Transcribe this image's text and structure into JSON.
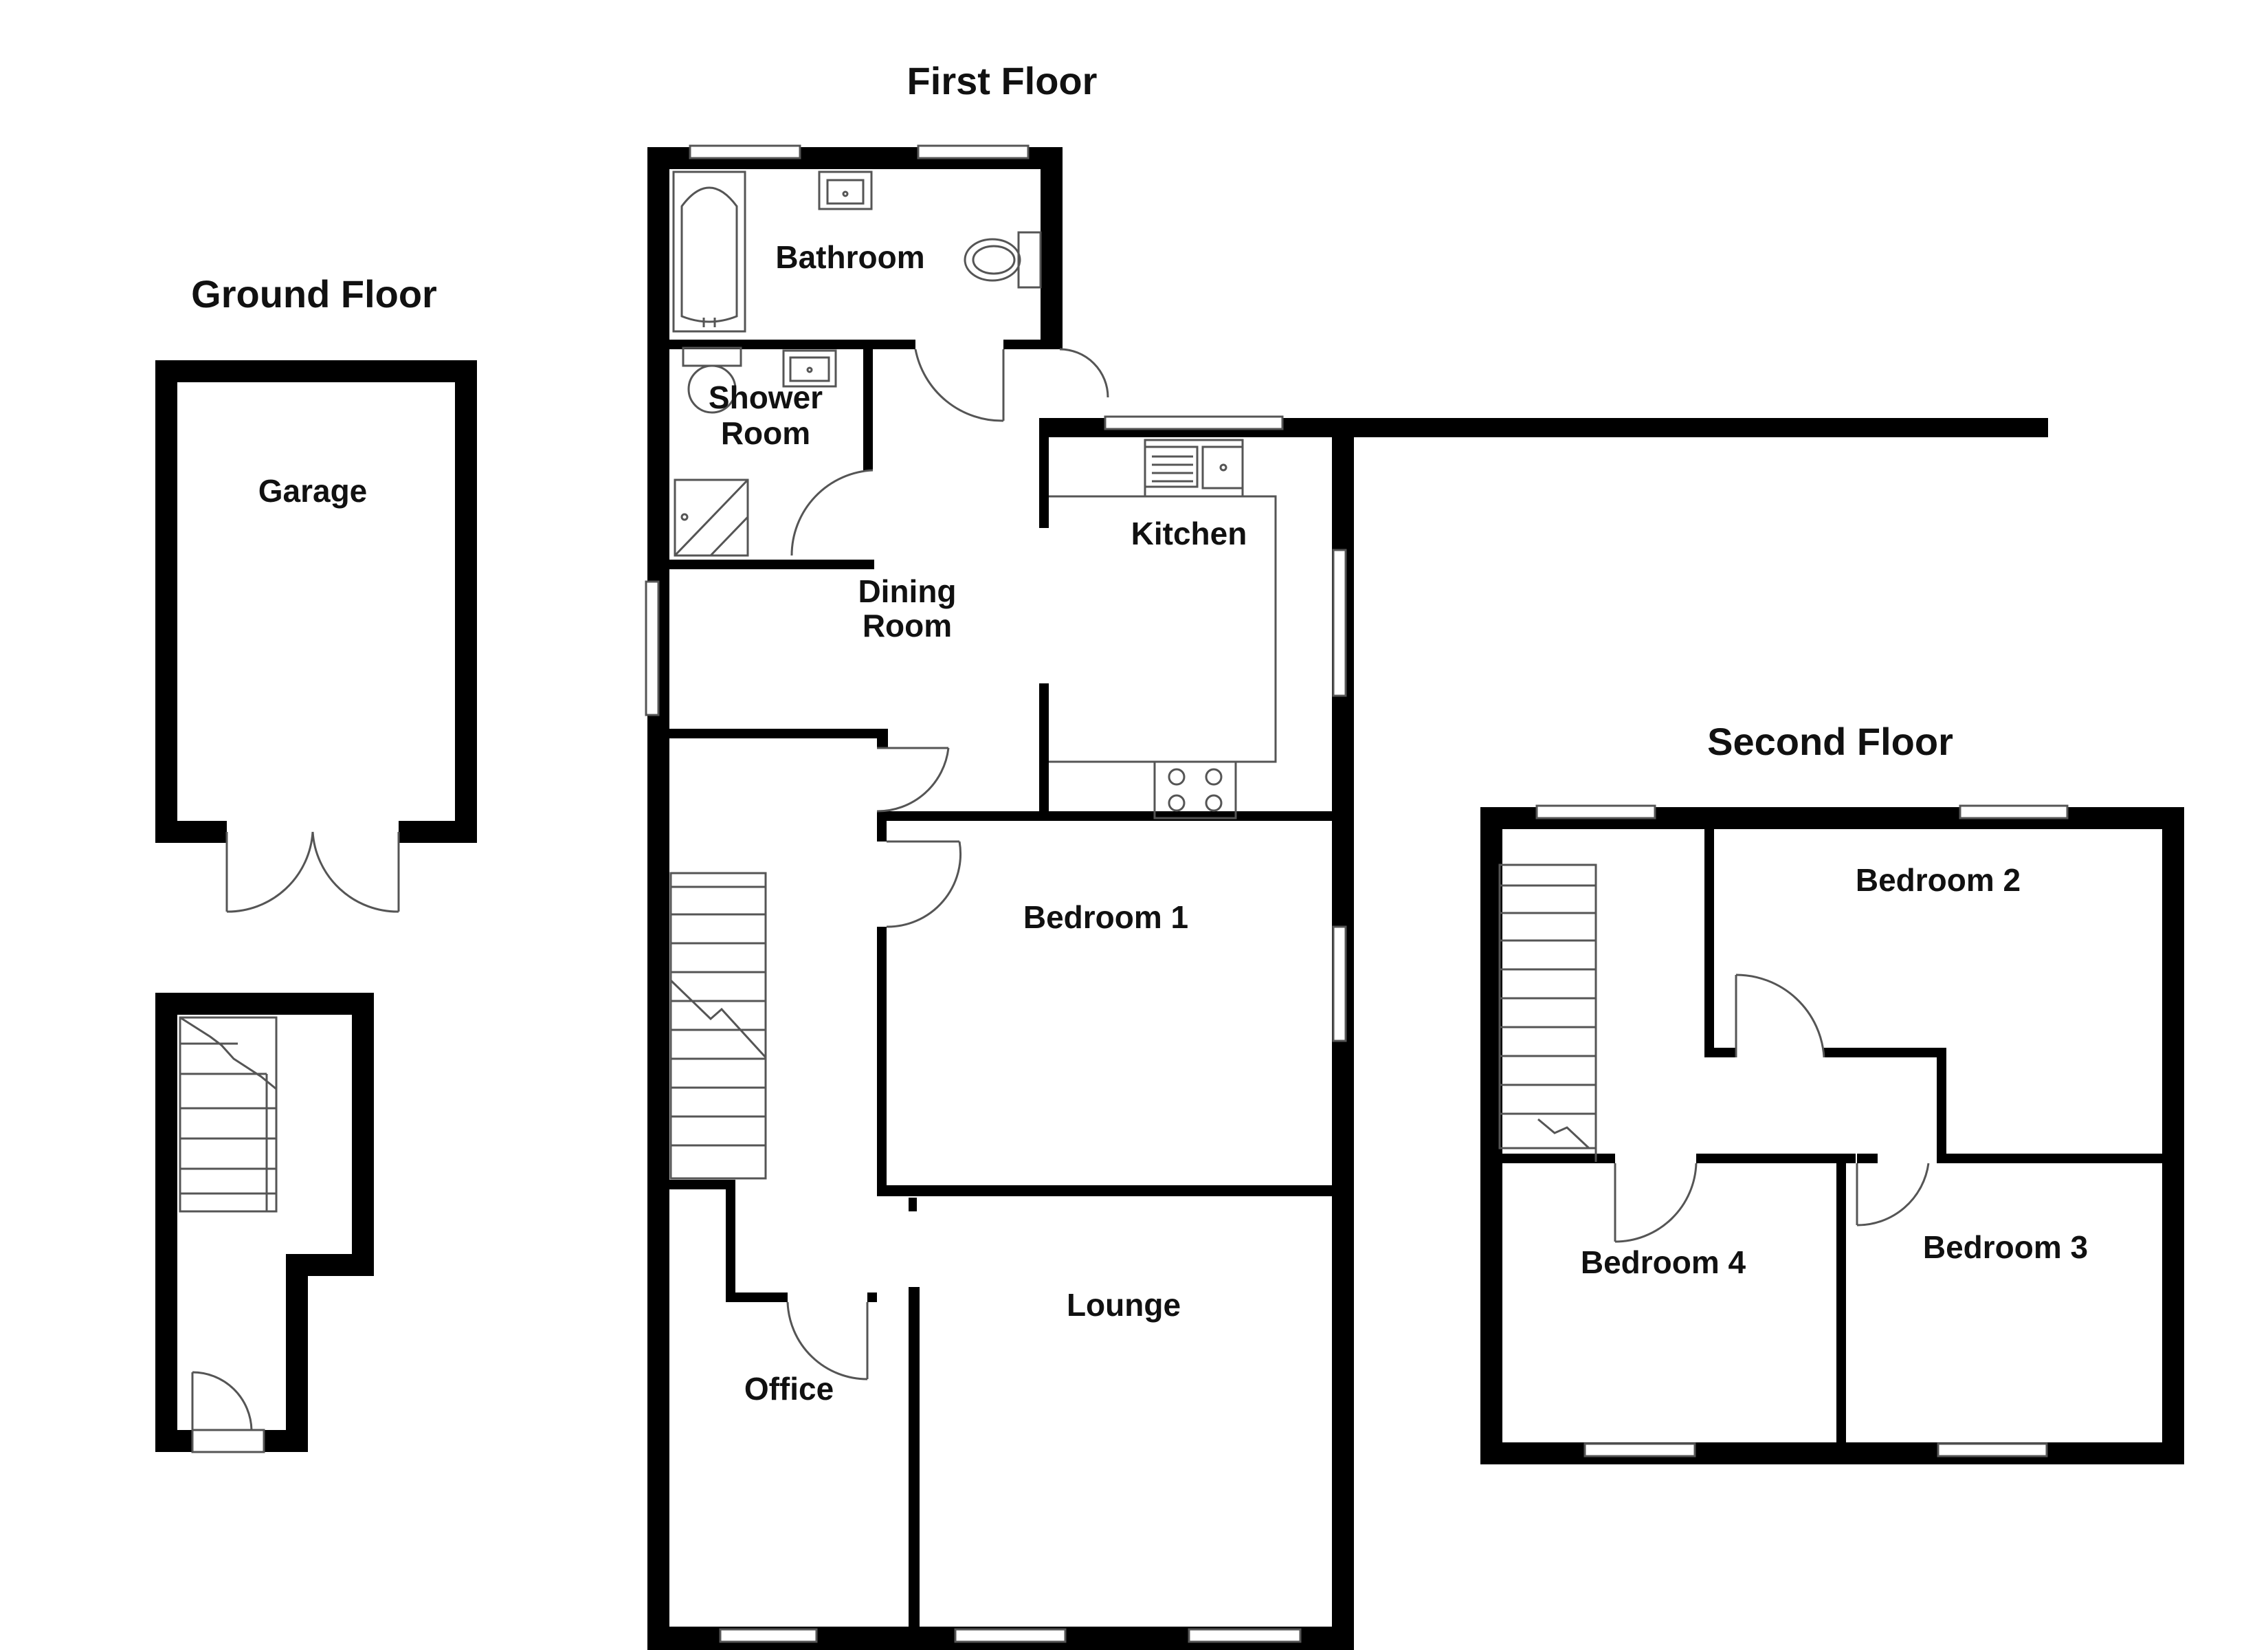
{
  "colors": {
    "wall": "#000000",
    "fixture": "#666666",
    "background": "#ffffff"
  },
  "floors": {
    "ground": {
      "title": "Ground Floor",
      "rooms": [
        {
          "key": "garage",
          "label": [
            "Garage"
          ]
        }
      ]
    },
    "first": {
      "title": "First Floor",
      "rooms": [
        {
          "key": "bathroom",
          "label": [
            "Bathroom"
          ]
        },
        {
          "key": "shower",
          "label": [
            "Shower",
            "Room"
          ]
        },
        {
          "key": "dining",
          "label": [
            "Dining",
            "Room"
          ]
        },
        {
          "key": "kitchen",
          "label": [
            "Kitchen"
          ]
        },
        {
          "key": "bedroom1",
          "label": [
            "Bedroom 1"
          ]
        },
        {
          "key": "lounge",
          "label": [
            "Lounge"
          ]
        },
        {
          "key": "office",
          "label": [
            "Office"
          ]
        }
      ]
    },
    "second": {
      "title": "Second Floor",
      "rooms": [
        {
          "key": "bedroom2",
          "label": [
            "Bedroom 2"
          ]
        },
        {
          "key": "bedroom3",
          "label": [
            "Bedroom 3"
          ]
        },
        {
          "key": "bedroom4",
          "label": [
            "Bedroom 4"
          ]
        }
      ]
    }
  },
  "icons": [
    "window-icon",
    "door-icon",
    "stairs-icon",
    "bath-icon",
    "toilet-icon",
    "basin-icon",
    "shower-tray-icon",
    "sink-icon",
    "hob-icon"
  ]
}
